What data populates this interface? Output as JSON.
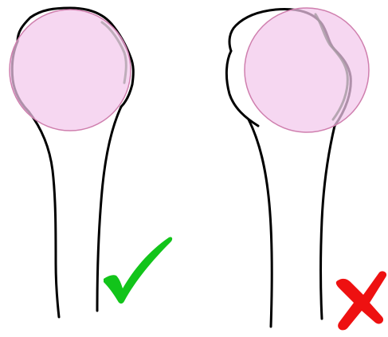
{
  "figure": {
    "panels": [
      {
        "id": "left",
        "verdict": "correct",
        "mark_icon": "check-mark-icon",
        "mark_color": "#12c41a"
      },
      {
        "id": "right",
        "verdict": "incorrect",
        "mark_icon": "cross-mark-icon",
        "mark_color": "#ee1111"
      }
    ],
    "colors": {
      "outline": "#000000",
      "circle_fill": "#f3c8ec",
      "circle_stroke": "#cf7fae",
      "background": "#ffffff"
    }
  }
}
